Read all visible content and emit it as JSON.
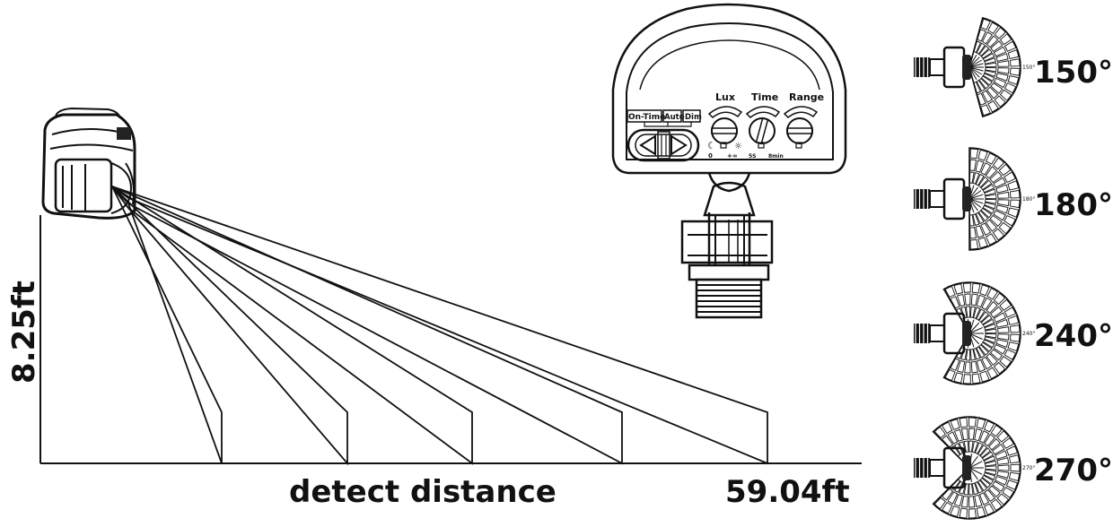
{
  "detection": {
    "height_label": "8.25ft",
    "axis_label": "detect distance",
    "distance_label": "59.04ft"
  },
  "panel": {
    "button_on_time": "On-Time",
    "button_auto": "Auto",
    "button_dim": "Dim",
    "knob_lux": "Lux",
    "knob_time": "Time",
    "knob_range": "Range",
    "lux_min": "0",
    "lux_max": "+∞",
    "time_min": "5S",
    "time_max": "8min"
  },
  "angles": [
    {
      "label": "150°",
      "mini": "150°"
    },
    {
      "label": "180°",
      "mini": "180°"
    },
    {
      "label": "240°",
      "mini": "240°"
    },
    {
      "label": "270°",
      "mini": "270°"
    }
  ]
}
